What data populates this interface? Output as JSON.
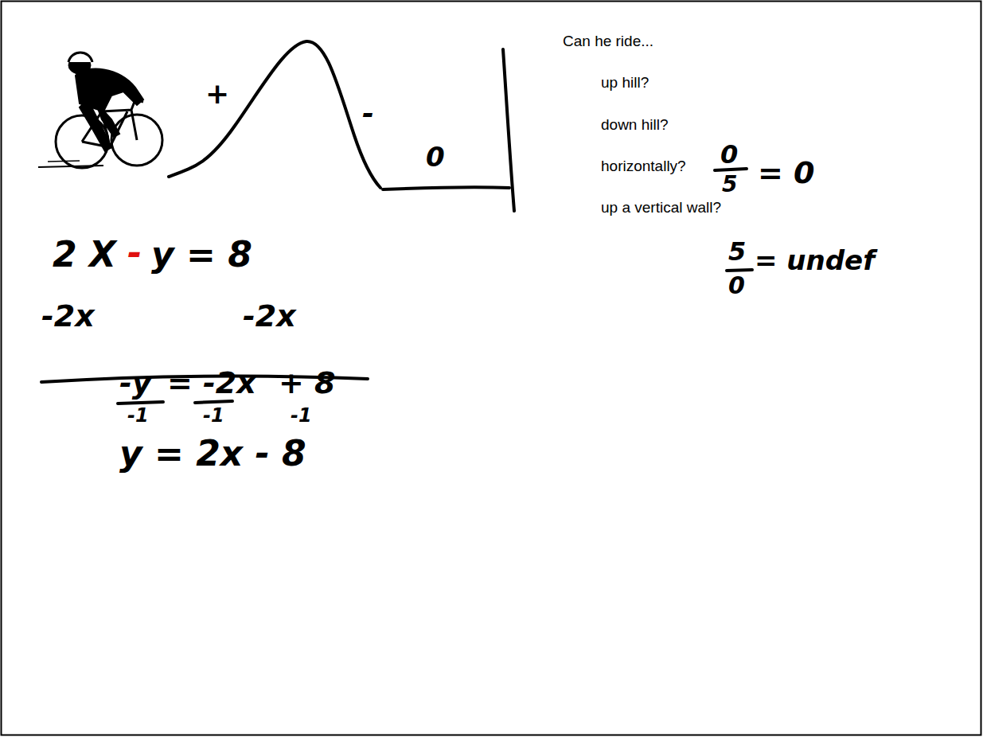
{
  "diagram": {
    "labels": [
      "+",
      "-",
      "0",
      "Can he ride...",
      "up hill?",
      "down hill?",
      "horizontally?",
      "up a vertical wall?",
      "0",
      "5",
      "= 0",
      "5",
      "0",
      "= undef",
      "2 X",
      "-",
      "y = 8",
      "-2x",
      "-2x",
      "-y",
      "-1",
      "= -2x",
      "-1",
      "+ 8",
      "-1",
      "y = 2x - 8"
    ]
  }
}
